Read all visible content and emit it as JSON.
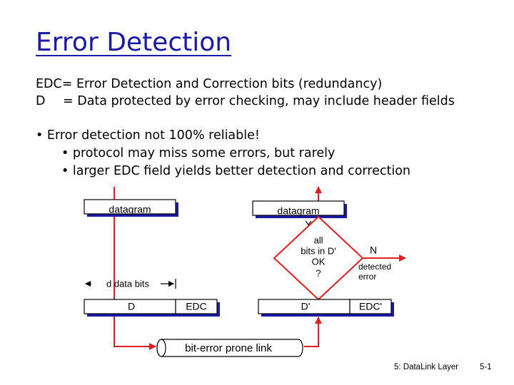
{
  "slide": {
    "title": "Error Detection",
    "definitions": [
      {
        "term": "EDC",
        "text": "= Error Detection and Correction bits (redundancy)"
      },
      {
        "term": "D",
        "text": "= Data protected by error checking, may include header fields"
      }
    ],
    "bullets": [
      {
        "level": 1,
        "text": "Error detection not 100% reliable!"
      },
      {
        "level": 2,
        "text": "protocol may miss some errors, but rarely"
      },
      {
        "level": 2,
        "text": "larger EDC field yields better detection and correction"
      }
    ],
    "footer": {
      "chapter": "5: DataLink Layer",
      "page": "5-1"
    }
  },
  "diagram": {
    "sender_datagram": "datagram",
    "receiver_datagram": "datagram",
    "d_bits_label": "d data bits",
    "sender_d": "D",
    "sender_edc": "EDC",
    "receiver_d": "D'",
    "receiver_edc": "EDC'",
    "link_label": "bit-error prone link",
    "decision_lines": [
      "all",
      "bits in D'",
      "OK",
      "?"
    ],
    "yes_label": "Y",
    "no_label": "N",
    "detected_lines": [
      "detected",
      "error"
    ],
    "colors": {
      "title": "#1a1aa6",
      "arrows": "#e02020",
      "box_shadow": "#1a1aa6"
    }
  }
}
